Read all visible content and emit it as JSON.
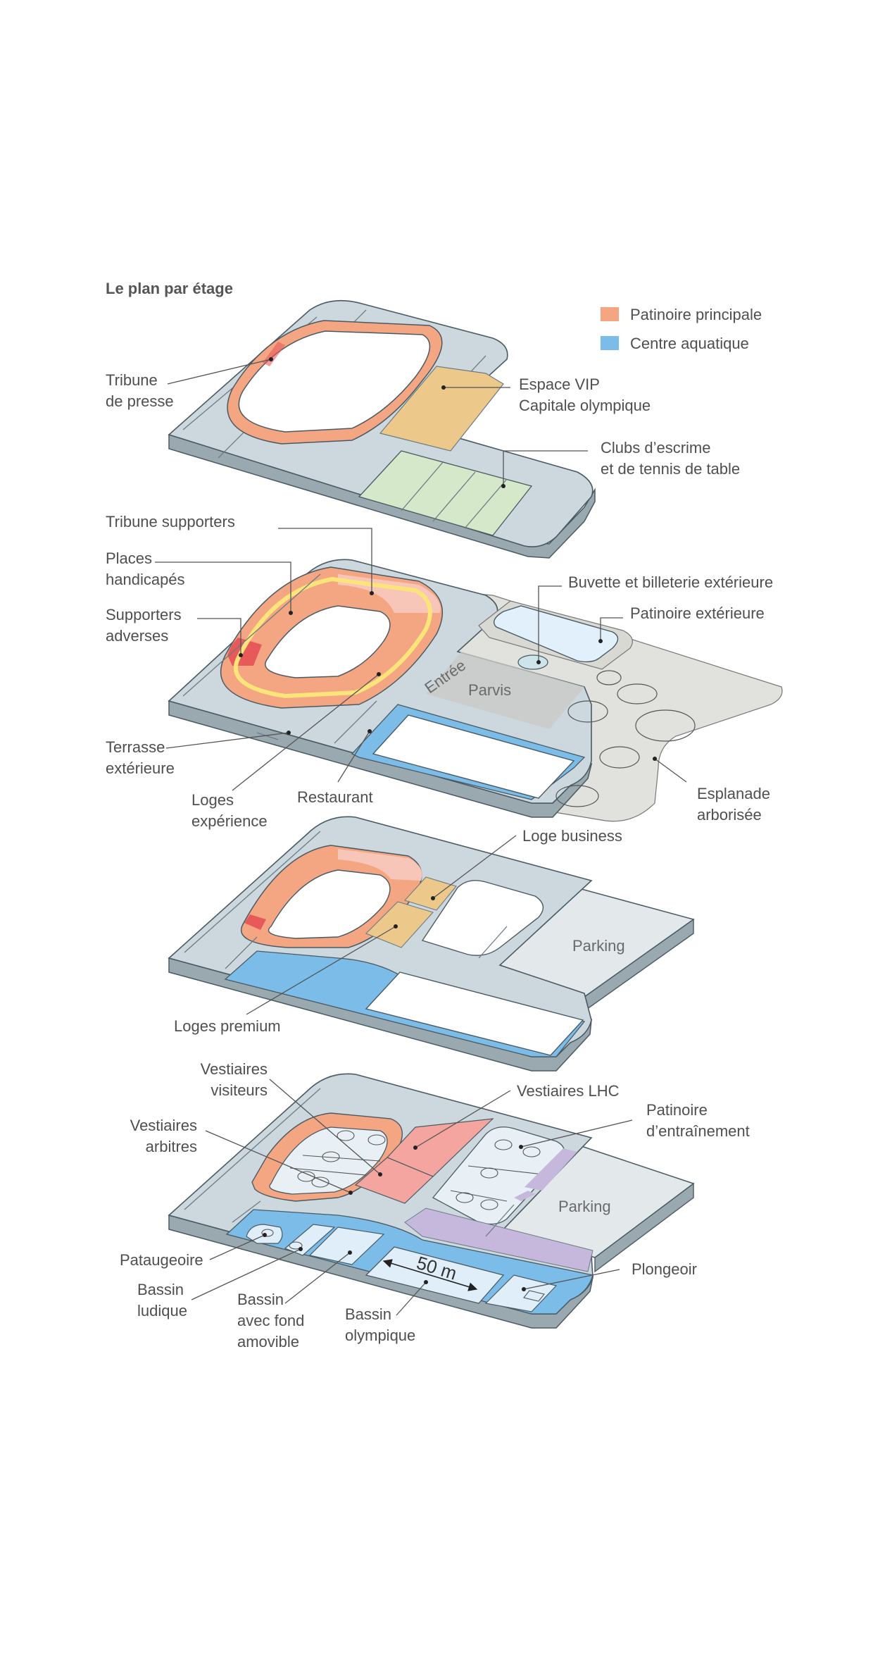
{
  "title": "Le plan par étage",
  "legend": [
    {
      "label": "Patinoire principale",
      "color": "#f4a582"
    },
    {
      "label": "Centre aquatique",
      "color": "#7bbde8"
    }
  ],
  "colors": {
    "slab": "#cdd8de",
    "slab_side": "#9aa8b0",
    "rink_orange": "#f4a582",
    "rink_pink": "#f8c6b8",
    "rink_red": "#e8595a",
    "vip": "#ecc98a",
    "clubs": "#d5e8ca",
    "aqua": "#7bbde8",
    "parvis": "#e1e2dd",
    "outdoor_rink": "#e1f0fb",
    "parking": "#e3e8ea",
    "locker": "#f5a5a0",
    "violet": "#c5b8dc",
    "yellow_line": "#fbe57a"
  },
  "labels": {
    "tribune_presse": [
      "Tribune",
      "de presse"
    ],
    "espace_vip": [
      "Espace VIP",
      "Capitale olympique"
    ],
    "clubs": [
      "Clubs d’escrime",
      "et de tennis de table"
    ],
    "tribune_supporters": [
      "Tribune supporters"
    ],
    "places_handicapes": [
      "Places",
      "handicapés"
    ],
    "supporters_adverses": [
      "Supporters",
      "adverses"
    ],
    "buvette": [
      "Buvette et billeterie extérieure"
    ],
    "patinoire_exterieure": [
      "Patinoire extérieure"
    ],
    "entree": "Entrée",
    "parvis": "Parvis",
    "terrasse": [
      "Terrasse",
      "extérieure"
    ],
    "loges_experience": [
      "Loges",
      "expérience"
    ],
    "restaurant": [
      "Restaurant"
    ],
    "esplanade": [
      "Esplanade",
      "arborisée"
    ],
    "loge_business": [
      "Loge business"
    ],
    "parking_1": "Parking",
    "loges_premium": [
      "Loges premium"
    ],
    "vestiaires_visiteurs": [
      "Vestiaires",
      "visiteurs"
    ],
    "vestiaires_lhc": [
      "Vestiaires LHC"
    ],
    "patinoire_entrainement": [
      "Patinoire",
      "d’entraînement"
    ],
    "vestiaires_arbitres": [
      "Vestiaires",
      "arbitres"
    ],
    "parking_2": "Parking",
    "pataugeoire": [
      "Pataugeoire"
    ],
    "plongeoir": [
      "Plongeoir"
    ],
    "bassin_ludique": [
      "Bassin",
      "ludique"
    ],
    "bassin_fond": [
      "Bassin",
      "avec fond",
      "amovible"
    ],
    "bassin_olympique": [
      "Bassin",
      "olympique"
    ],
    "distance": "50 m"
  }
}
